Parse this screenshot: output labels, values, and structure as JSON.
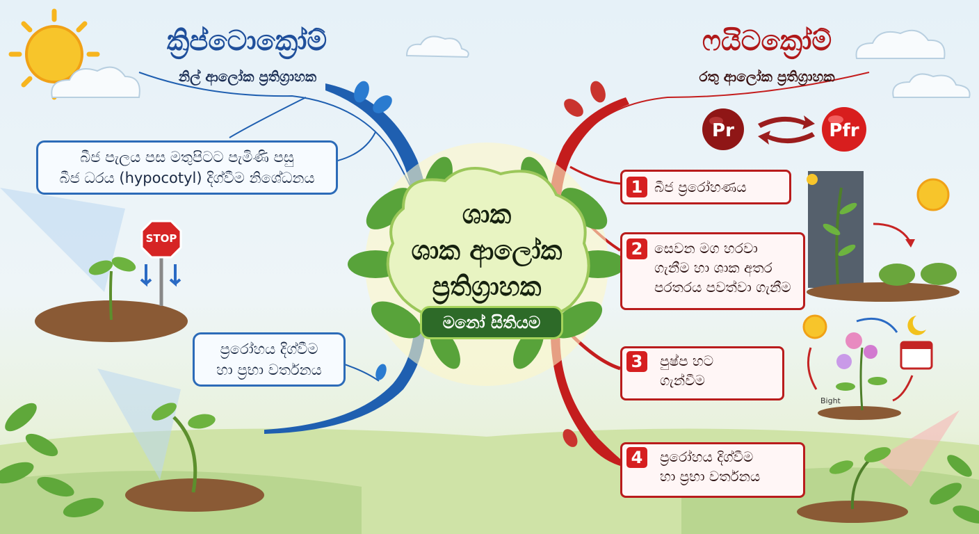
{
  "left": {
    "title": "ක්‍රිප්ටොක්‍රෝම්",
    "subtitle": "නිල් ආලෝක ප්‍රතිග්‍රාහක",
    "callout1": [
      "බීජ පැලය පස මතුපිටට පැමිණි පසු",
      "බීජ ධරය (hypocotyl) දිග්වීම නිශේධනය"
    ],
    "callout2": [
      "ප්‍රරෝහය දිග්වීම",
      "හා ප්‍රභා වර්තනය"
    ],
    "stop_sign": "STOP"
  },
  "right": {
    "title": "ෆයිටක්‍රෝම්",
    "subtitle": "රතු ආලෝක ප්‍රතිග්‍රාහක",
    "pr_label": "Pr",
    "pfr_label": "Pfr",
    "items": [
      {
        "num": "1",
        "lines": [
          "බීජ ප්‍රරෝහණය"
        ]
      },
      {
        "num": "2",
        "lines": [
          "සෙවන මග හරවා",
          "ගැනීම හා ශාක අතර",
          "පරතරය පවත්වා ගැනීම"
        ]
      },
      {
        "num": "3",
        "lines": [
          "පුෂ්ප හට",
          "ගැන්වීම"
        ]
      },
      {
        "num": "4",
        "lines": [
          "ප්‍රරෝහය දිග්වීම",
          "හා ප්‍රභා වර්තනය"
        ]
      }
    ],
    "flower_label": "Bight"
  },
  "center": {
    "title_lines": [
      "ශාක",
      "ශාක ආලෝක",
      "ප්‍රතිග්‍රාහක"
    ],
    "badge": "මනෝ සිතියම"
  },
  "colors": {
    "blue": "#1f5fb0",
    "red": "#c41d1d",
    "leaf": "#5fa83a",
    "sun": "#f7c52b"
  }
}
